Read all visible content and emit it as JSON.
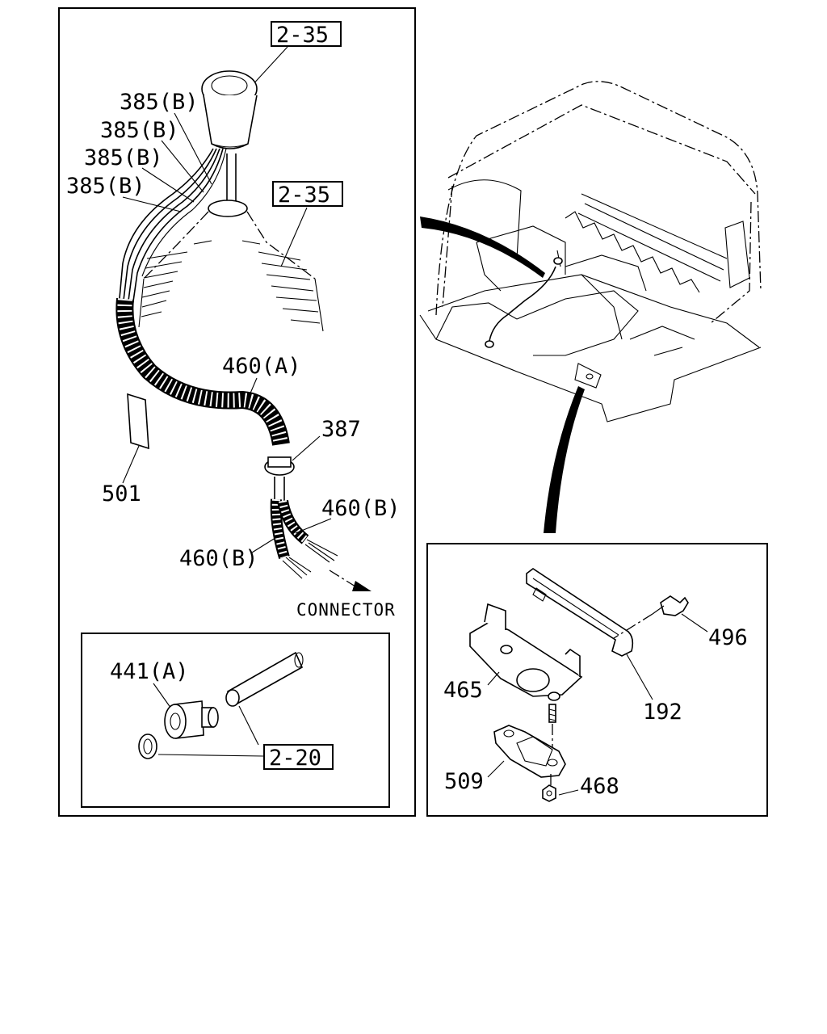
{
  "panel_left": {
    "refs": {
      "top": "2-35",
      "boot": "2-35"
    },
    "labels": {
      "p385_1": "385(B)",
      "p385_2": "385(B)",
      "p385_3": "385(B)",
      "p385_4": "385(B)",
      "p460a": "460(A)",
      "p387": "387",
      "p501": "501",
      "p460b_right": "460(B)",
      "p460b_left": "460(B)",
      "connector": "CONNECTOR"
    }
  },
  "inset_bottom_left": {
    "labels": {
      "p441a": "441(A)"
    },
    "ref": "2-20"
  },
  "inset_bracket": {
    "labels": {
      "p496": "496",
      "p465": "465",
      "p192": "192",
      "p509": "509",
      "p468": "468"
    }
  }
}
